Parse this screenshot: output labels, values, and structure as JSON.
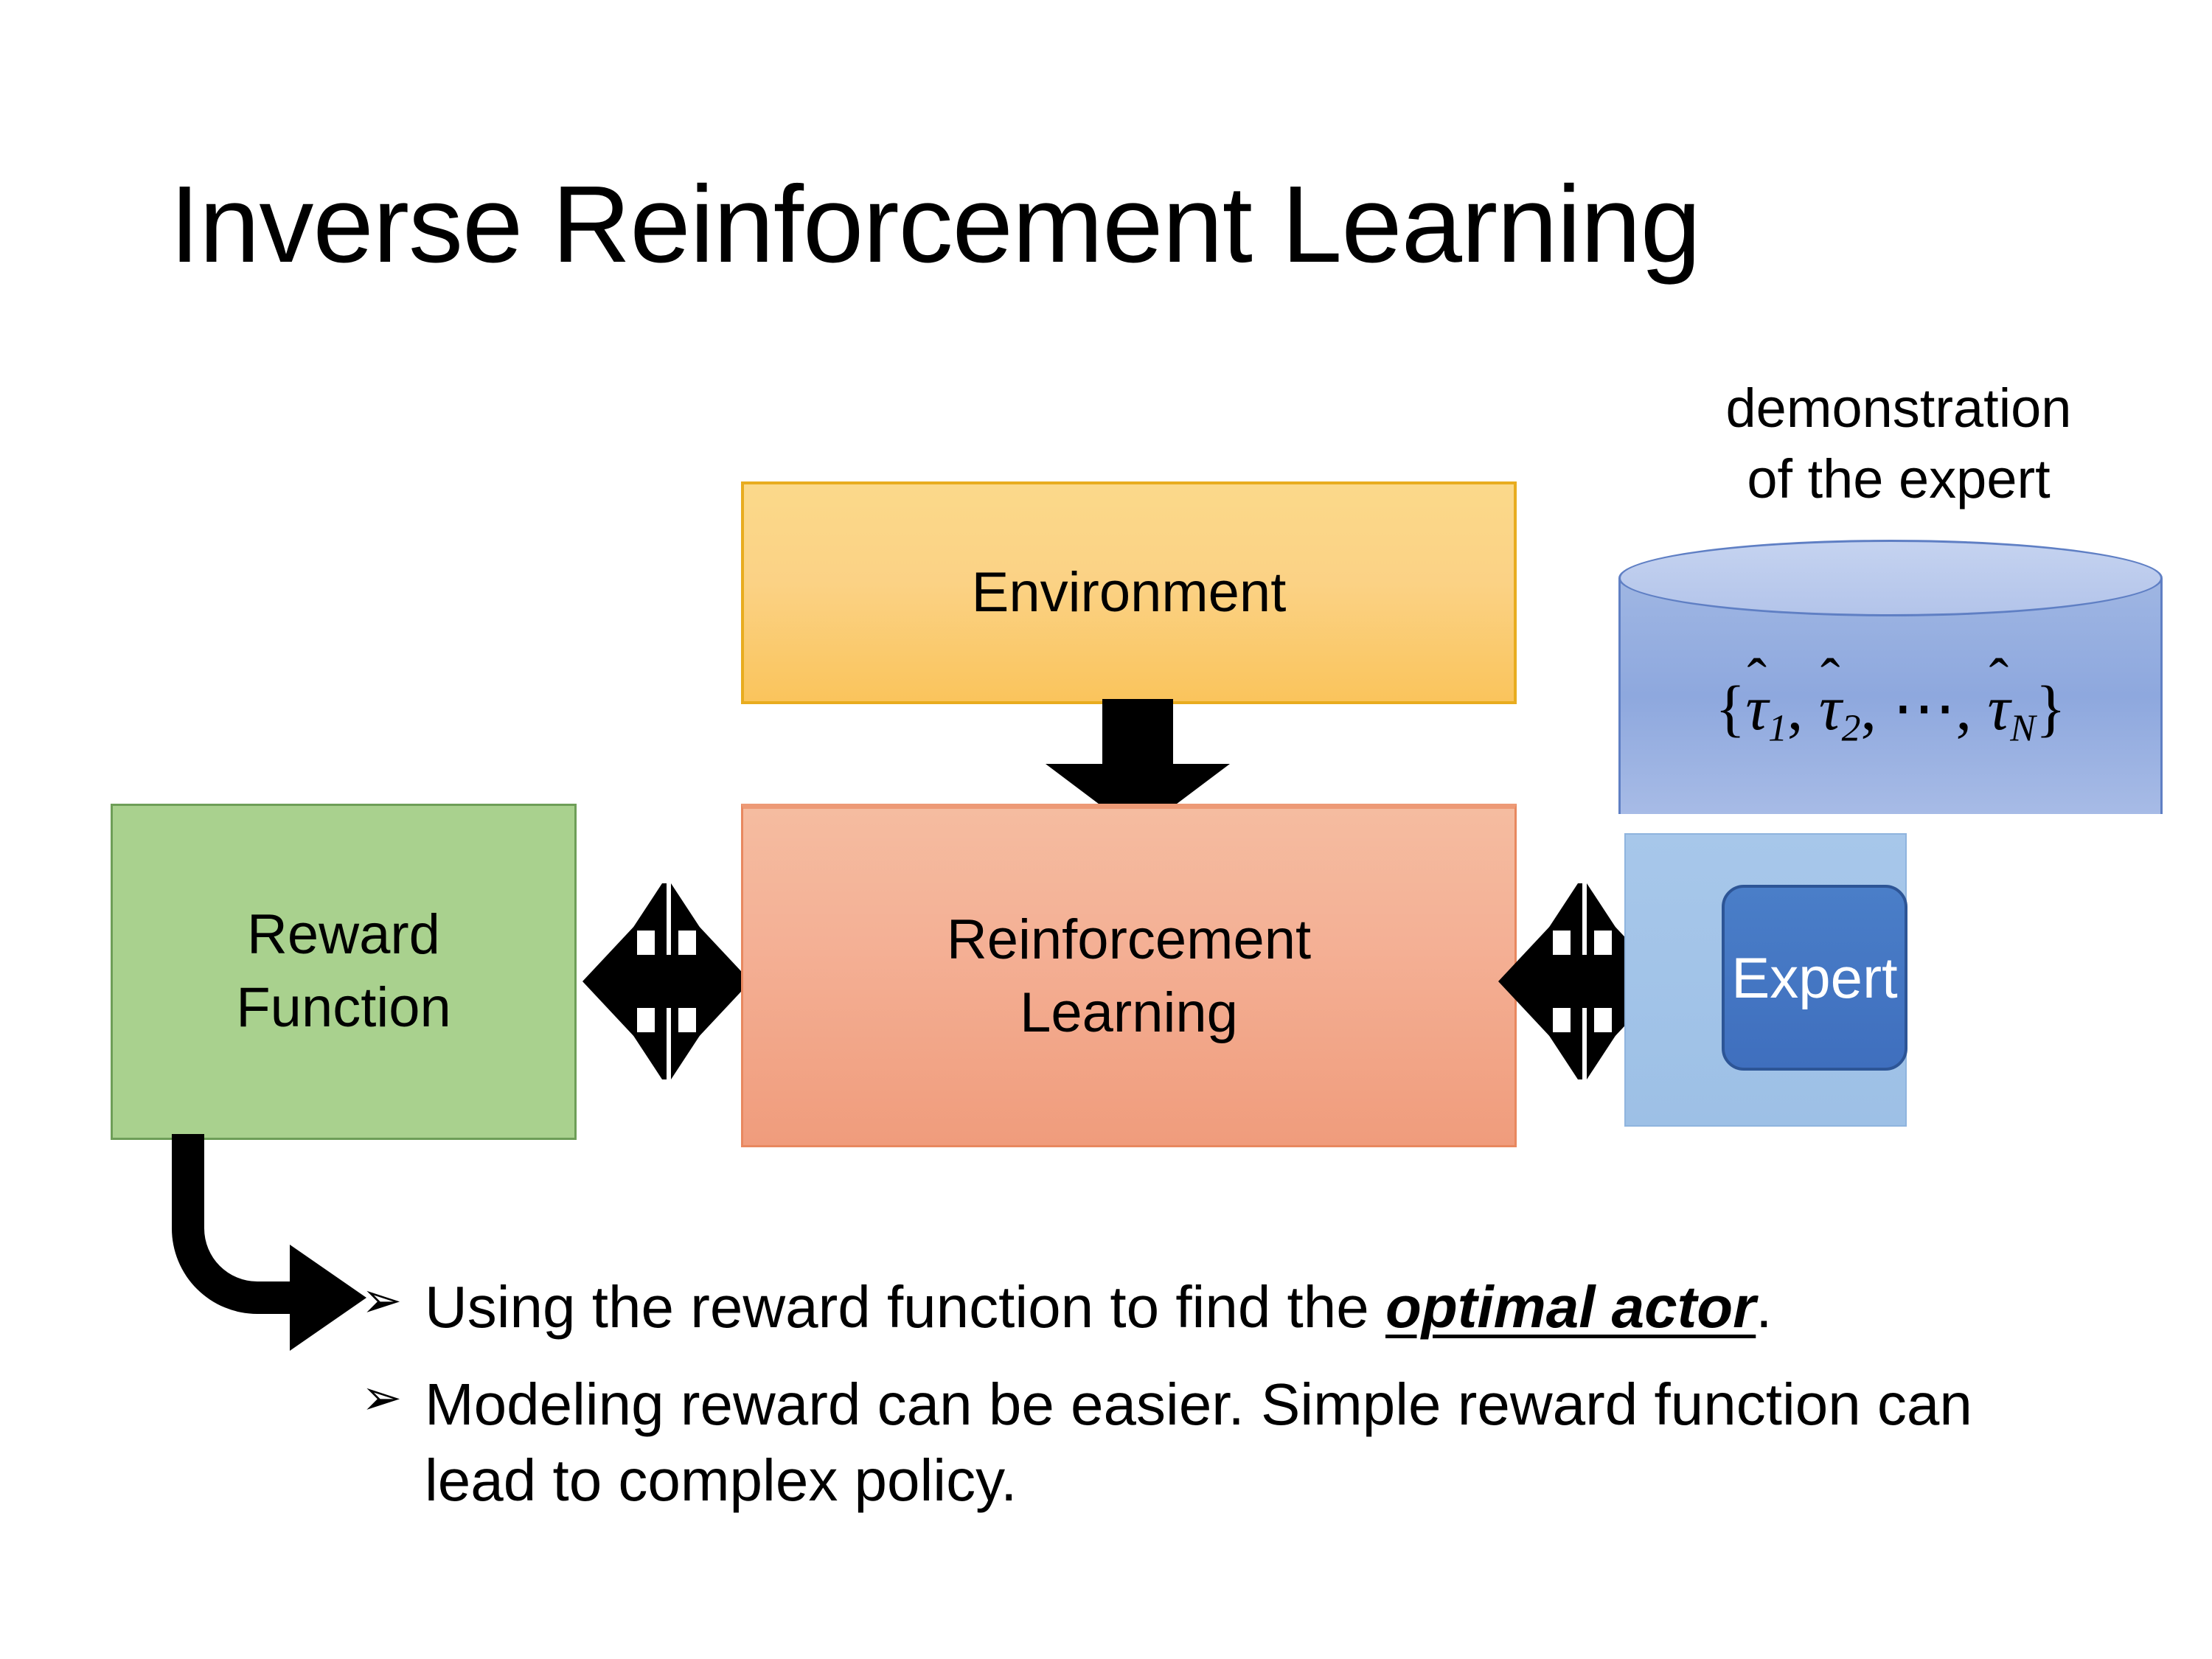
{
  "slide": {
    "title": "Inverse Reinforcement Learning",
    "background_color": "#FFFFFF"
  },
  "diagram": {
    "environment": {
      "label": "Environment",
      "fill_color": "#FBD285",
      "border_color": "#E8AC1F"
    },
    "reward_function": {
      "label_line1": "Reward",
      "label_line2": "Function",
      "fill_color": "#A9D18E",
      "border_color": "#6E9E58"
    },
    "reinforcement_learning": {
      "label_line1": "Reinforcement",
      "label_line2": "Learning",
      "fill_color": "#F4B095",
      "border_color": "#E8885F"
    },
    "expert_group": {
      "caption_line1": "demonstration",
      "caption_line2": "of the expert",
      "container_fill_color": "#A7C7EA",
      "cylinder": {
        "fill_color": "#9FB6E3",
        "top_fill_color": "#C5D3F0",
        "border_color": "#5F7FC4",
        "trajectory_set": {
          "open_brace": "{",
          "tau": "τ",
          "hat": "̂",
          "sub1": "1",
          "sub2": "2",
          "ellipsis": "⋯",
          "subN": "N",
          "comma": ",",
          "close_brace": "}",
          "plain_text": "{τ̂1, τ̂2, ⋯, τ̂N}"
        }
      },
      "expert": {
        "label": "Expert",
        "fill_color": "#3F6FBE",
        "border_color": "#2D5596",
        "text_color": "#FFFFFF"
      }
    },
    "arrows": {
      "environment_to_rl": "down-arrow",
      "reward_to_rl": "double-headed-cross-arrow",
      "rl_to_expert": "double-headed-cross-arrow",
      "reward_to_bullets": "bent-arrow",
      "color": "#000000"
    }
  },
  "bullets": [
    {
      "marker": "➢",
      "text_before": "Using the reward function to find the ",
      "emphasis": "optimal actor",
      "text_after": ".",
      "plain_text": "Using the reward function to find the optimal actor."
    },
    {
      "marker": "➢",
      "text_before": "Modeling reward can be easier. Simple reward function can lead to complex policy.",
      "emphasis": "",
      "text_after": "",
      "plain_text": "Modeling reward can be easier. Simple reward function can lead to complex policy."
    }
  ]
}
